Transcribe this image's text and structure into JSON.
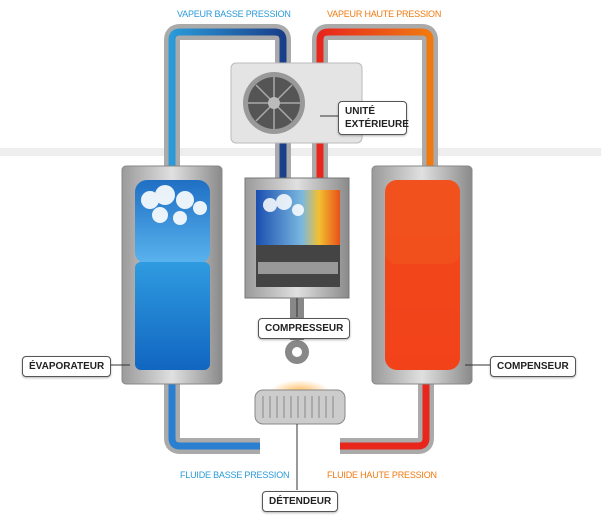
{
  "labels": {
    "vapor_low": "VAPEUR BASSE PRESSION",
    "vapor_high": "VAPEUR HAUTE PRESSION",
    "outdoor_unit": "UNITÉ EXTÉRIEURE",
    "compressor": "COMPRESSEUR",
    "evaporator": "ÉVAPORATEUR",
    "condenser": "COMPENSEUR",
    "fluid_low": "FLUIDE BASSE PRESSION",
    "fluid_high": "FLUIDE HAUTE PRESSION",
    "expansion_valve": "DÉTENDEUR"
  },
  "colors": {
    "low": "#2a9ad8",
    "low_dark": "#1a3f8a",
    "high": "#e8261c",
    "high_orange": "#f07a10"
  }
}
